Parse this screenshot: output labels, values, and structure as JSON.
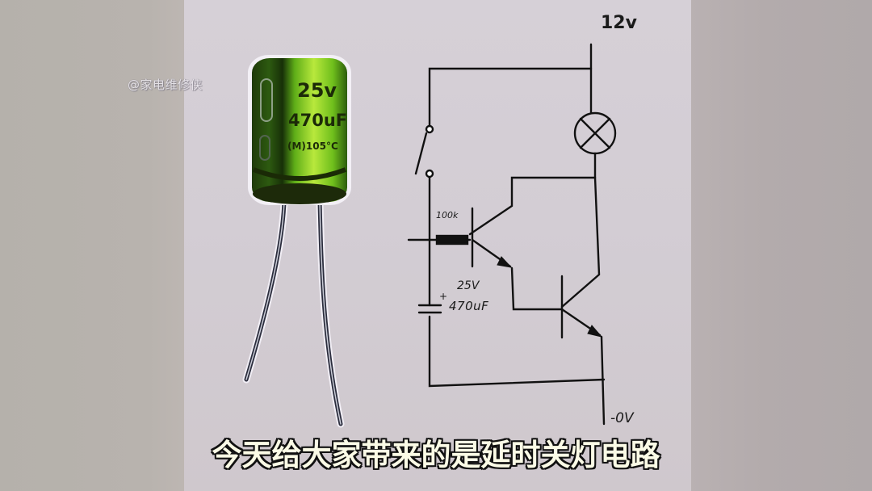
{
  "watermark": "@家电维修侠",
  "subtitle": "今天给大家带来的是延时关灯电路",
  "capacitor_photo": {
    "voltage_print": "25v",
    "capacitance_print": "470uF",
    "temp_print": "(M)105°C",
    "body_color": "#4e9a12",
    "highlight_color": "#b6e83a"
  },
  "schematic": {
    "supply_label": "12v",
    "ground_label": "-0V",
    "resistor_label": "100k",
    "capacitor_voltage": "25V",
    "capacitor_value": "470uF",
    "capacitor_polarity": "+",
    "components": [
      "switch",
      "resistor-100k",
      "capacitor-470uF-25V",
      "transistor-Q1",
      "transistor-Q2",
      "lamp"
    ],
    "line_color": "#111111"
  }
}
